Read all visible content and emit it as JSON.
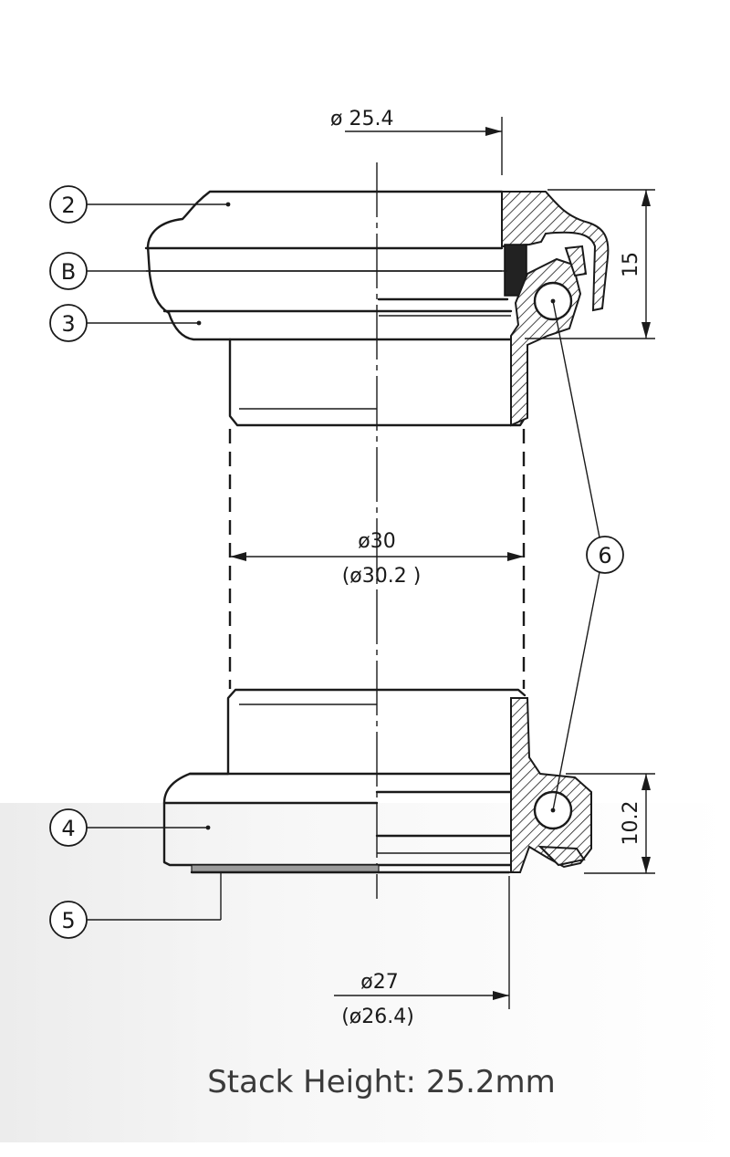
{
  "dimensions": {
    "top_diameter": "ø 25.4",
    "stack_top": "15",
    "tube_diameter": "ø30",
    "tube_diameter_alt": "(ø30.2 )",
    "stack_bottom": "10.2",
    "crown_diameter": "ø27",
    "crown_diameter_alt": "(ø26.4)"
  },
  "callouts": [
    "2",
    "B",
    "3",
    "4",
    "5",
    "6"
  ],
  "caption": "Stack Height: 25.2mm"
}
